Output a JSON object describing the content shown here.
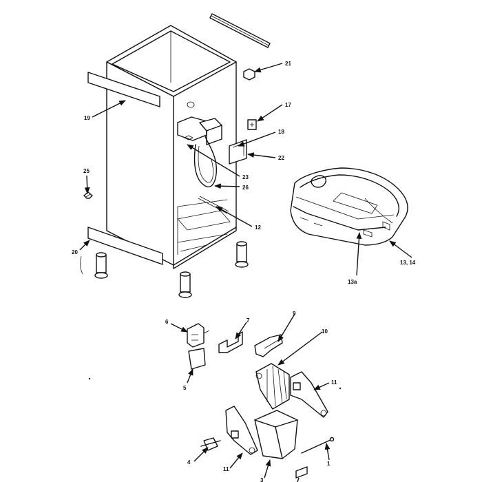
{
  "callouts": {
    "c1": "1",
    "c3": "3",
    "c4": "4",
    "c5": "5",
    "c6": "6",
    "c7": "7",
    "c9": "9",
    "c10": "10",
    "c11a": "11",
    "c11b": "11",
    "c12": "12",
    "c13_14": "13, 14",
    "c13a": "13a",
    "c17": "17",
    "c18": "18",
    "c19": "19",
    "c20": "20",
    "c21": "21",
    "c22": "22",
    "c23": "23",
    "c25": "25",
    "c26": "26"
  }
}
